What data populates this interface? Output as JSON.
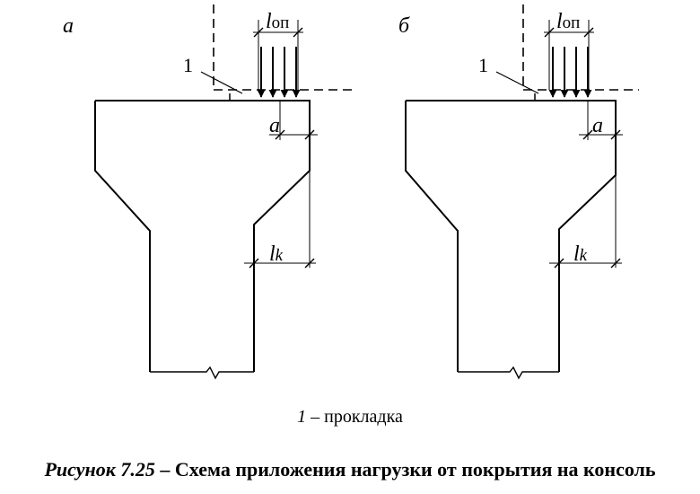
{
  "figure": {
    "panel_a": {
      "label": "а",
      "callout": "1",
      "support_length": {
        "symbol": "l",
        "subscript": "оп"
      },
      "edge_distance": "a",
      "console_length": {
        "symbol": "l",
        "subscript": "k"
      }
    },
    "panel_b": {
      "label": "б",
      "callout": "1",
      "support_length": {
        "symbol": "l",
        "subscript": "оп"
      },
      "edge_distance": "a",
      "console_length": {
        "symbol": "l",
        "subscript": "k"
      }
    }
  },
  "legend": {
    "number": "1",
    "text": " – прокладка"
  },
  "caption": {
    "label": "Рисунок 7.25",
    "text": " – Схема приложения нагрузки от покрытия на консоль"
  }
}
